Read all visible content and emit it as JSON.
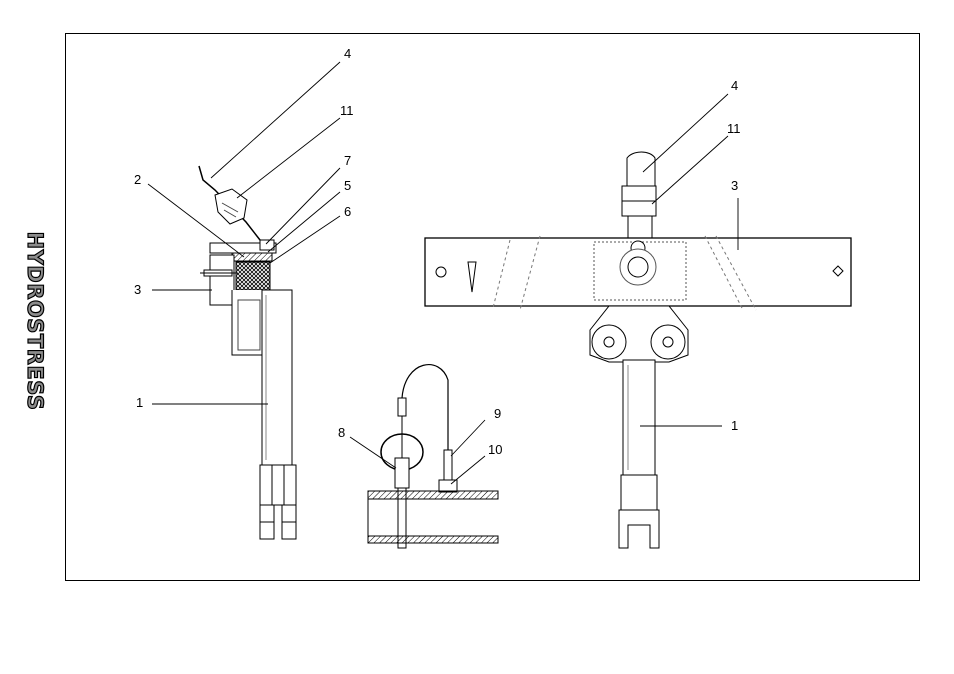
{
  "brand": {
    "name": "HYDROSTRESS"
  },
  "callouts": [
    {
      "id": "l4",
      "label": "4"
    },
    {
      "id": "l11",
      "label": "11"
    },
    {
      "id": "l7",
      "label": "7"
    },
    {
      "id": "l2",
      "label": "2"
    },
    {
      "id": "l5",
      "label": "5"
    },
    {
      "id": "l6",
      "label": "6"
    },
    {
      "id": "l3",
      "label": "3"
    },
    {
      "id": "l1",
      "label": "1"
    },
    {
      "id": "m8",
      "label": "8"
    },
    {
      "id": "m9",
      "label": "9"
    },
    {
      "id": "m10",
      "label": "10"
    },
    {
      "id": "r4",
      "label": "4"
    },
    {
      "id": "r11",
      "label": "11"
    },
    {
      "id": "r3",
      "label": "3"
    },
    {
      "id": "r1",
      "label": "1"
    }
  ],
  "colors": {
    "line": "#000000",
    "detail": "#444444",
    "brand_fill": "#8c8c8c"
  }
}
